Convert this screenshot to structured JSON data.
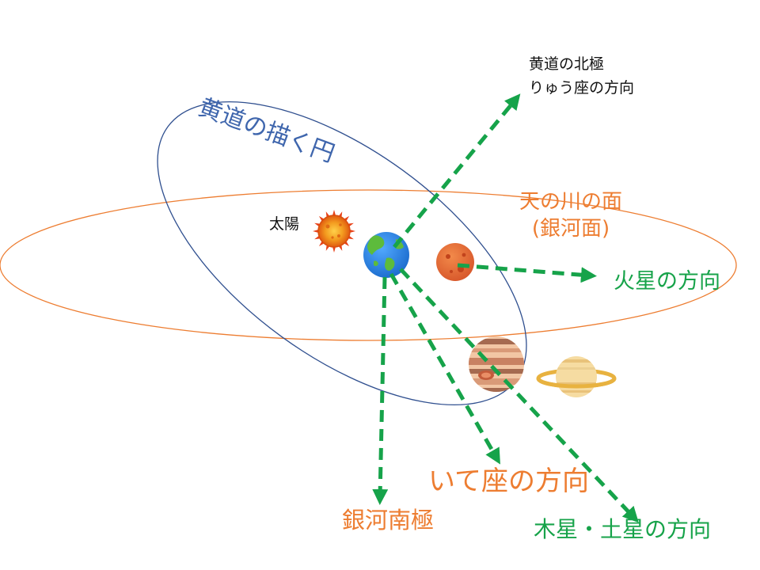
{
  "labels": {
    "ecliptic_circle": "黄道の描く円",
    "ecliptic_north_line1": "黄道の北極",
    "ecliptic_north_line2": "りゅう座の方向",
    "milky_way_line1": "天の川の面",
    "milky_way_line2": "(銀河面)",
    "sun": "太陽",
    "mars_direction": "火星の方向",
    "sagittarius_direction": "いて座の方向",
    "galactic_south_pole": "銀河南極",
    "jupiter_saturn_direction": "木星・土星の方向"
  },
  "colors": {
    "ecliptic_orbit": "#2f4f8f",
    "galactic_plane": "#ed7d31",
    "arrow": "#16a34a",
    "ecliptic_label": "#3f66ad",
    "orange_label": "#ed7d31",
    "green_label": "#17a34a"
  },
  "icons": {
    "sun": "sun-icon",
    "earth": "earth-icon",
    "mars": "mars-icon",
    "jupiter": "jupiter-icon",
    "saturn": "saturn-icon"
  }
}
